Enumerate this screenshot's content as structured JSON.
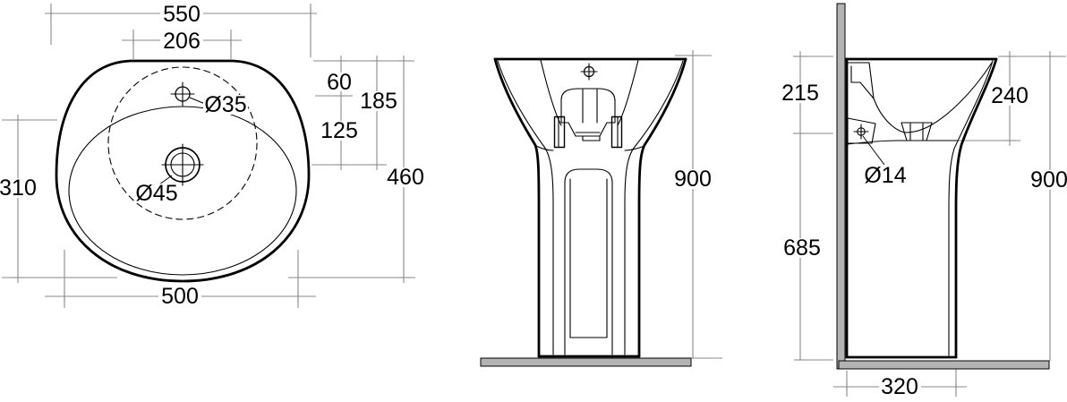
{
  "page": {
    "background": "#ffffff",
    "outline_color": "#000000",
    "dimension_color": "#8a8a8a",
    "wall_floor_fill": "#b3b3b3"
  },
  "views": {
    "top_view": {
      "dims": {
        "overall_width": "550",
        "tap_platform_width": "206",
        "tap_hole_diameter": "Ø35",
        "rim_to_tap_hole": "60",
        "rim_to_center": "185",
        "tap_to_drain": "125",
        "overall_depth": "460",
        "front_depth": "310",
        "drain_diameter": "Ø45",
        "bottom_width": "500"
      }
    },
    "front_view": {
      "dims": {
        "overall_height": "900"
      }
    },
    "side_view": {
      "dims": {
        "rim_to_fixing_hole": "215",
        "bowl_depth": "240",
        "fixing_hole_diameter": "Ø14",
        "fixing_hole_to_floor": "685",
        "overall_height": "900",
        "base_depth": "320"
      }
    }
  }
}
